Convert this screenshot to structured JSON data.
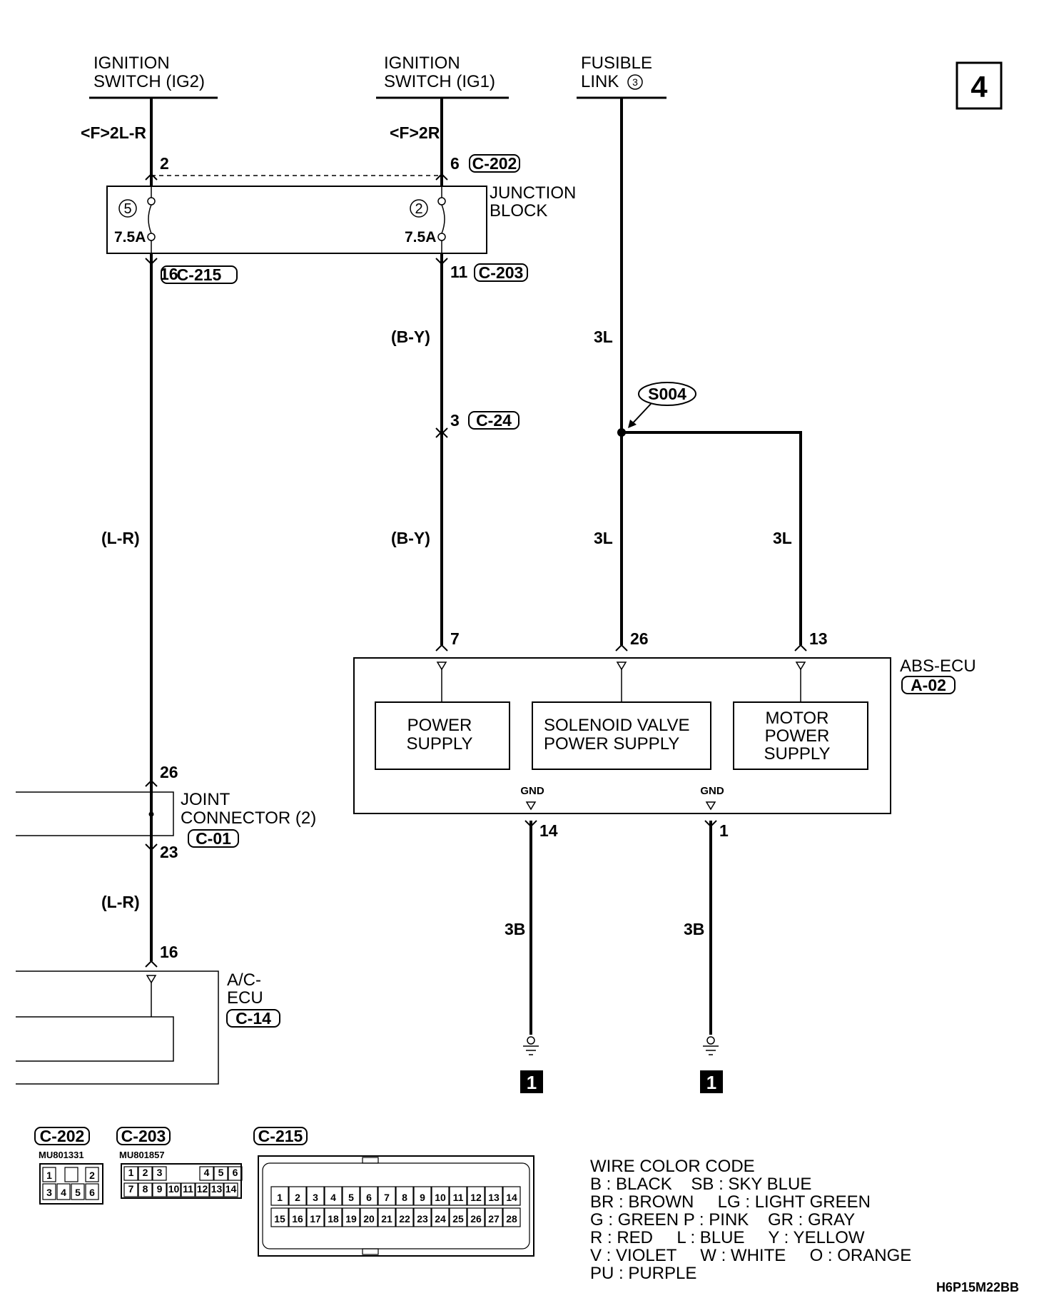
{
  "page_number": "4",
  "sources": {
    "ig2": {
      "line1": "IGNITION",
      "line2": "SWITCH (IG2)"
    },
    "ig1": {
      "line1": "IGNITION",
      "line2": "SWITCH (IG1)"
    },
    "fusible": {
      "line1": "FUSIBLE",
      "line2": "LINK",
      "num": "3"
    }
  },
  "wires": {
    "ig2_top": "<F>2L-R",
    "ig1_top": "<F>2R",
    "fus_top": "3L",
    "ig2_mid": "(L-R)",
    "ig2_low": "(L-R)",
    "ig1_upper": "(B-Y)",
    "ig1_lower": "(B-Y)",
    "fus_lower": "3L",
    "motor": "3L",
    "gnd_a": "3B",
    "gnd_b": "3B"
  },
  "pins": {
    "ig2_jb_in": "2",
    "ig1_jb_in": "6",
    "ig2_jb_out": "16",
    "ig1_jb_out": "11",
    "c24": "3",
    "abs_7": "7",
    "abs_26": "26",
    "abs_13": "13",
    "jc_in": "26",
    "jc_out": "23",
    "ac_16": "16",
    "gnd_14": "14",
    "gnd_1": "1"
  },
  "connectors": {
    "c202": "C-202",
    "c215": "C-215",
    "c203": "C-203",
    "c24": "C-24",
    "c01": "C-01",
    "a02": "A-02",
    "c14": "C-14"
  },
  "junction_block": {
    "line1": "JUNCTION",
    "line2": "BLOCK",
    "fuse_a_num": "5",
    "fuse_a_rating": "7.5A",
    "fuse_b_num": "2",
    "fuse_b_rating": "7.5A"
  },
  "splice": "S004",
  "joint_connector": {
    "line1": "JOINT",
    "line2": "CONNECTOR (2)"
  },
  "abs_ecu": {
    "name": "ABS-ECU",
    "power_supply": [
      "POWER",
      "SUPPLY"
    ],
    "solenoid": [
      "SOLENOID VALVE",
      "POWER SUPPLY"
    ],
    "motor": [
      "MOTOR",
      "POWER",
      "SUPPLY"
    ],
    "gnd": "GND"
  },
  "ac_ecu": {
    "line1": "A/C-",
    "line2": "ECU"
  },
  "ground_ref": "1",
  "connector_views": {
    "c202": {
      "label": "C-202",
      "part": "MU801331",
      "row1": [
        "1",
        "",
        "2"
      ],
      "row2": [
        "3",
        "4",
        "5",
        "6"
      ]
    },
    "c203": {
      "label": "C-203",
      "part": "MU801857",
      "row1": [
        "1",
        "2",
        "3",
        "4",
        "5",
        "6"
      ],
      "row2": [
        "7",
        "8",
        "9",
        "10",
        "11",
        "12",
        "13",
        "14"
      ]
    },
    "c215": {
      "label": "C-215",
      "row1": [
        "1",
        "2",
        "3",
        "4",
        "5",
        "6",
        "7",
        "8",
        "9",
        "10",
        "11",
        "12",
        "13",
        "14"
      ],
      "row2": [
        "15",
        "16",
        "17",
        "18",
        "19",
        "20",
        "21",
        "22",
        "23",
        "24",
        "25",
        "26",
        "27",
        "28"
      ]
    }
  },
  "wire_color_code": {
    "title": "WIRE COLOR CODE",
    "lines": [
      "B : BLACK    SB : SKY BLUE",
      "BR : BROWN     LG : LIGHT GREEN",
      "G : GREEN P : PINK    GR : GRAY",
      "R : RED     L : BLUE     Y : YELLOW",
      "V : VIOLET     W : WHITE     O : ORANGE",
      "PU : PURPLE"
    ]
  },
  "figure_code": "H6P15M22BB"
}
